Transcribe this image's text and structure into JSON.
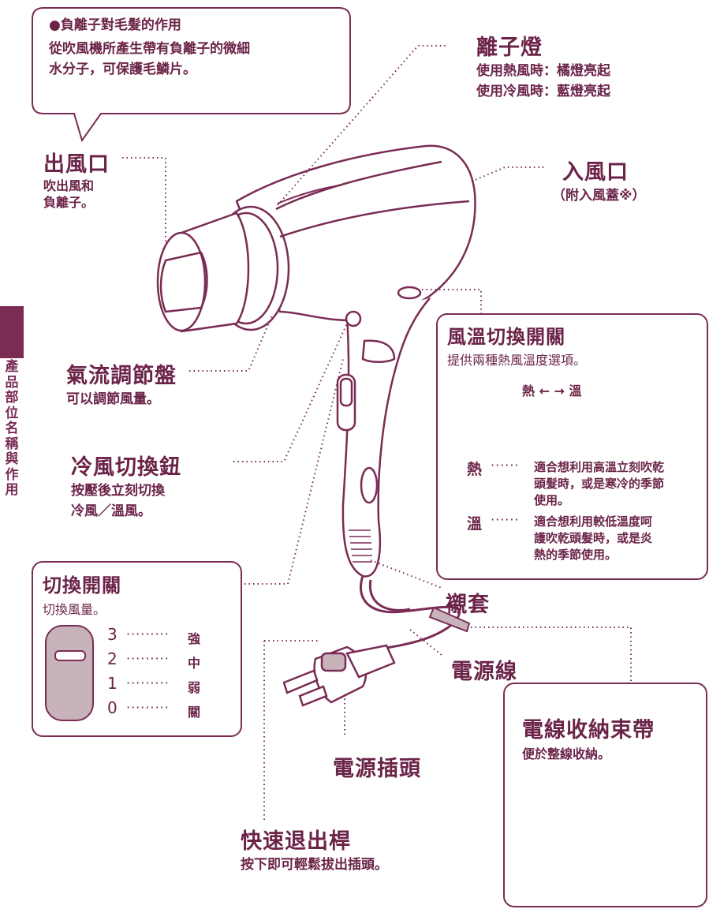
{
  "side_tab": {
    "label": "產品部位名稱與作用"
  },
  "ion_callout": {
    "title": "●負離子對毛髮的作用",
    "body_line1": "從吹風機所產生帶有負離子的微細",
    "body_line2": "水分子，可保護毛鱗片。"
  },
  "outlet": {
    "title": "出風口",
    "line1": "吹出風和",
    "line2": "負離子。"
  },
  "ion_lamp": {
    "title": "離子燈",
    "line1": "使用熱風時：橘燈亮起",
    "line2": "使用冷風時：藍燈亮起"
  },
  "inlet": {
    "title": "入風口",
    "note": "（附入風蓋※）"
  },
  "airflow_dial": {
    "title": "氣流調節盤",
    "desc": "可以調節風量。"
  },
  "cool_button": {
    "title": "冷風切換鈕",
    "line1": "按壓後立刻切換",
    "line2": "冷風／溫風。"
  },
  "temp_switch": {
    "title": "風溫切換開關",
    "desc": "提供兩種熱風溫度選項。",
    "direction": "熱 ← → 溫",
    "hot_label": "熱",
    "hot_desc_1": "適合想利用高溫立刻吹乾",
    "hot_desc_2": "頭髮時，或是寒冷的季節",
    "hot_desc_3": "使用。",
    "warm_label": "溫",
    "warm_desc_1": "適合想利用較低溫度呵",
    "warm_desc_2": "護吹乾頭髮時，或是炎",
    "warm_desc_3": "熱的季節使用。"
  },
  "power_switch": {
    "title": "切換開關",
    "desc": "切換風量。",
    "levels": [
      {
        "num": "3",
        "name": "強"
      },
      {
        "num": "2",
        "name": "中"
      },
      {
        "num": "1",
        "name": "弱"
      },
      {
        "num": "0",
        "name": "關"
      }
    ]
  },
  "sleeve": {
    "title": "襯套"
  },
  "power_cord": {
    "title": "電源線"
  },
  "cord_band": {
    "title": "電線收納束帶",
    "desc": "便於整線收納。"
  },
  "plug": {
    "title": "電源插頭"
  },
  "release_lever": {
    "title": "快速退出桿",
    "desc": "按下即可輕鬆拔出插頭。"
  },
  "colors": {
    "primary": "#6b2448",
    "accent_fill": "#c9b3bb",
    "line": "#7a2c55"
  }
}
